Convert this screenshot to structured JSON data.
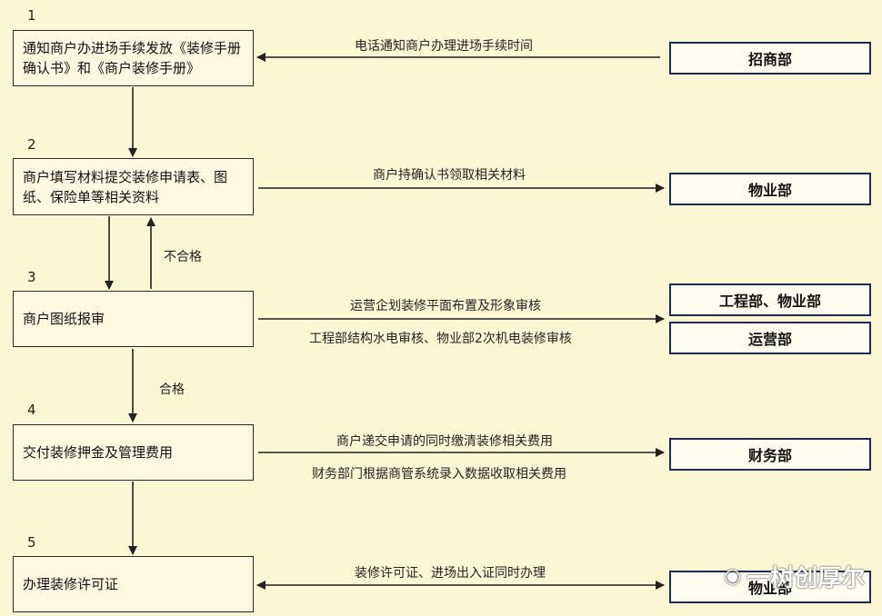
{
  "steps": [
    {
      "num": "1",
      "text": "通知商户办进场手续发放《装修手册确认书》和《商户装修手册》"
    },
    {
      "num": "2",
      "text": "商户填写材料提交装修申请表、图纸、保险单等相关资料"
    },
    {
      "num": "3",
      "text": "商户图纸报审"
    },
    {
      "num": "4",
      "text": "交付装修押金及管理费用"
    },
    {
      "num": "5",
      "text": "办理装修许可证"
    }
  ],
  "departments": {
    "zhaoshang": "招商部",
    "wuye1": "物业部",
    "gongcheng_wuye": "工程部、物业部",
    "yunying": "运营部",
    "caiwu": "财务部",
    "wuye2": "物业部"
  },
  "flows": {
    "f1": "电话通知商户办理进场手续时间",
    "f2": "商户持确认书领取相关材料",
    "f3a": "运营企划装修平面布置及形象审核",
    "f3b": "工程部结构水电审核、物业部2次机电装修审核",
    "f4a": "商户递交申请的同时缴清装修相关费用",
    "f4b": "财务部门根据商管系统录入数据收取相关费用",
    "f5": "装修许可证、进场出入证同时办理"
  },
  "vertical_labels": {
    "fail": "不合格",
    "pass": "合格"
  },
  "watermark": {
    "text": "一树创厚尔",
    "icon": "wechat-icon"
  }
}
